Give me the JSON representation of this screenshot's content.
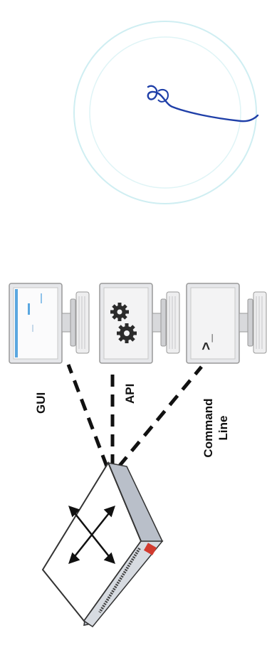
{
  "labels": {
    "gui": "GUI",
    "api": "API",
    "command_line_1": "Command",
    "command_line_2": "Line"
  },
  "terminal_prompt": ">_",
  "colors": {
    "signature_ink": "#1f3fa8",
    "stamp_ring": "#cfeef2",
    "device_front": "#b9bfc9",
    "device_top": "#ffffff",
    "device_outline": "#333333",
    "brand_red": "#d23b2f",
    "monitor_frame": "#e6e7ea",
    "gui_accent": "#5aa7e0",
    "connector_dash": "#111111"
  }
}
